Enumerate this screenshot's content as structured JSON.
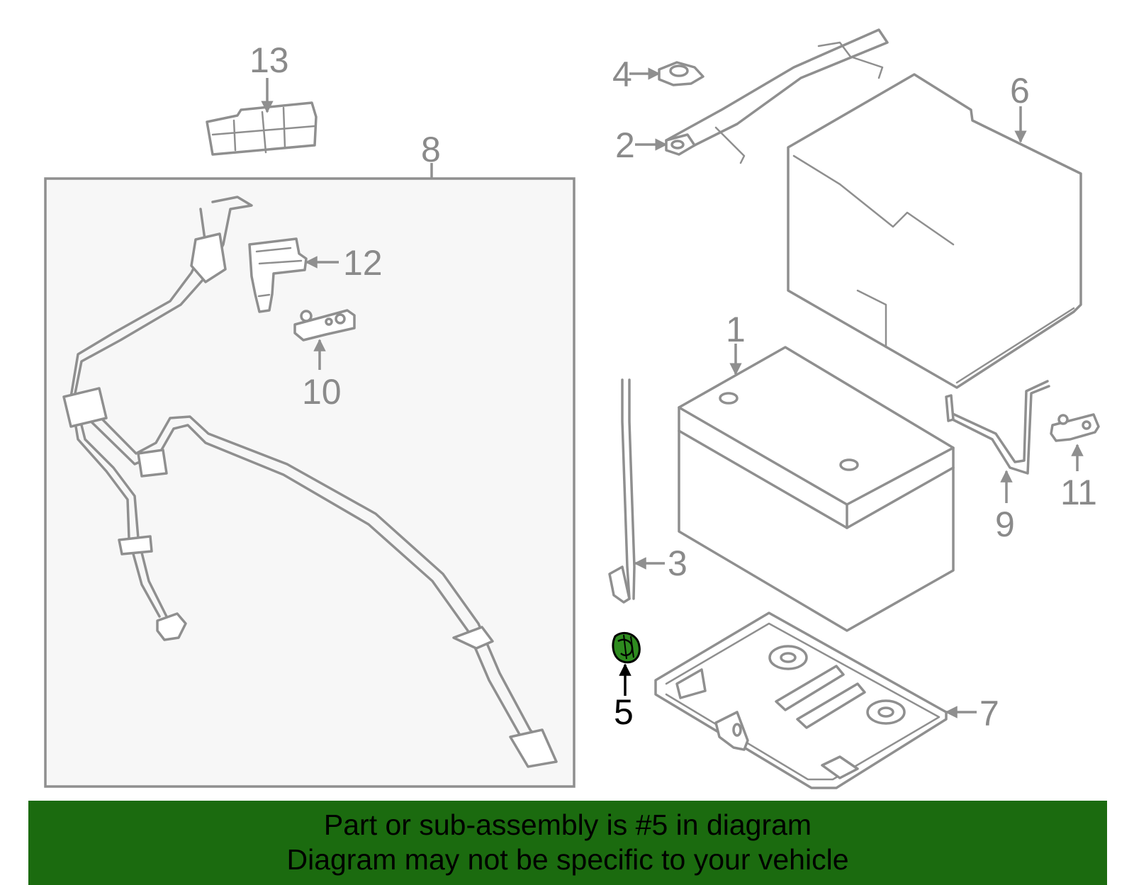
{
  "callouts": {
    "c1": "1",
    "c2": "2",
    "c3": "3",
    "c4": "4",
    "c5": "5",
    "c6": "6",
    "c7": "7",
    "c8": "8",
    "c9": "9",
    "c10": "10",
    "c11": "11",
    "c12": "12",
    "c13": "13"
  },
  "highlight": {
    "part_number": "5",
    "color": "#1b6b0f"
  },
  "banner": {
    "line1": "Part or sub-assembly is #5 in diagram",
    "line2": "Diagram may not be specific to your vehicle",
    "background": "#1b6b0f"
  },
  "colors": {
    "line": "#8f8f8f",
    "highlight_part": "#2e8b1f"
  }
}
